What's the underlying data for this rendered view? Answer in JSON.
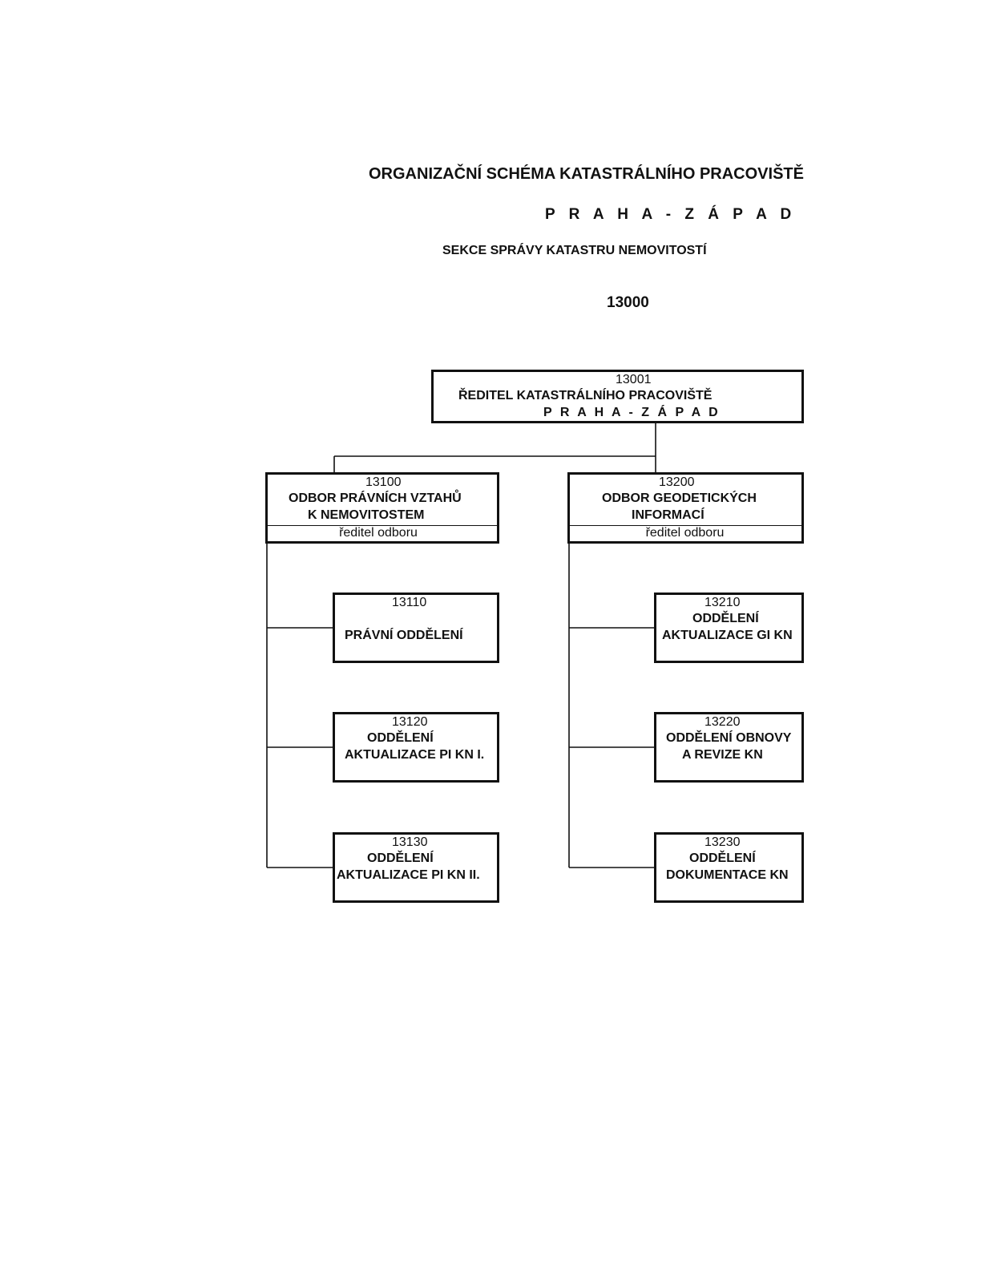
{
  "header": {
    "title": "ORGANIZAČNÍ SCHÉMA KATASTRÁLNÍHO PRACOVIŠTĚ",
    "subtitle": "P R A H A - Z Á P A D",
    "section": "SEKCE  SPRÁVY KATASTRU NEMOVITOSTÍ",
    "code": "13000"
  },
  "root": {
    "code": "13001",
    "line1": "ŘEDITEL  KATASTRÁLNÍHO  PRACOVIŠTĚ",
    "line2": "P R A H A - Z Á P A D"
  },
  "departments": [
    {
      "code": "13100",
      "line1": "ODBOR PRÁVNÍCH VZTAHŮ",
      "line2": "K NEMOVITOSTEM",
      "role": "ředitel odboru",
      "units": [
        {
          "code": "13110",
          "line1": "",
          "line2": "PRÁVNÍ ODDĚLENÍ"
        },
        {
          "code": "13120",
          "line1": "ODDĚLENÍ",
          "line2": "AKTUALIZACE PI KN I."
        },
        {
          "code": "13130",
          "line1": "ODDĚLENÍ",
          "line2": "AKTUALIZACE PI KN II."
        }
      ]
    },
    {
      "code": "13200",
      "line1": "ODBOR GEODETICKÝCH",
      "line2": "INFORMACÍ",
      "role": "ředitel odboru",
      "units": [
        {
          "code": "13210",
          "line1": "ODDĚLENÍ",
          "line2": "AKTUALIZACE GI KN"
        },
        {
          "code": "13220",
          "line1": "ODDĚLENÍ OBNOVY",
          "line2": "A REVIZE KN"
        },
        {
          "code": "13230",
          "line1": "ODDĚLENÍ",
          "line2": "DOKUMENTACE KN"
        }
      ]
    }
  ]
}
